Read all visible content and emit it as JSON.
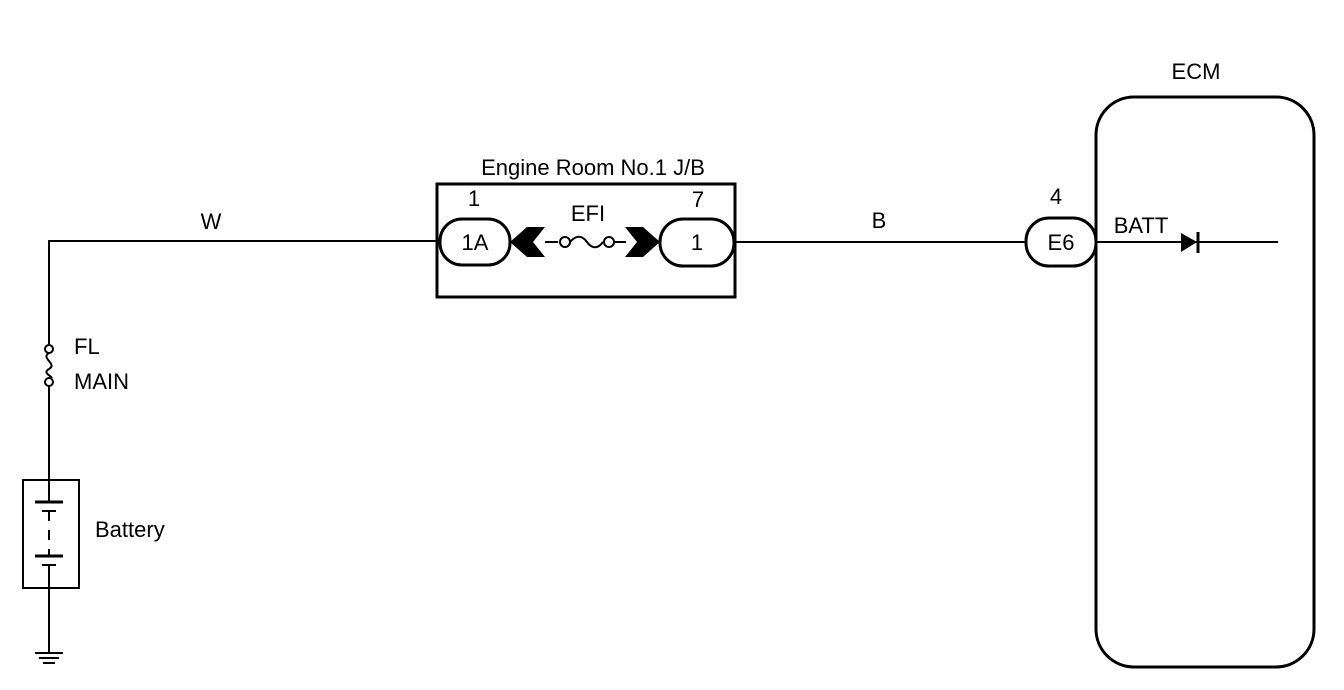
{
  "ecm": {
    "title": "ECM",
    "terminal": "BATT"
  },
  "junction_block": {
    "title": "Engine Room No.1 J/B",
    "fuse": "EFI",
    "left_connector": {
      "pin": "1",
      "label": "1A"
    },
    "right_connector": {
      "pin": "7",
      "label": "1"
    }
  },
  "ecm_connector": {
    "pin": "4",
    "label": "E6"
  },
  "wires": {
    "left": "W",
    "right": "B"
  },
  "fusible_link": {
    "line1": "FL",
    "line2": "MAIN"
  },
  "battery": {
    "label": "Battery"
  }
}
